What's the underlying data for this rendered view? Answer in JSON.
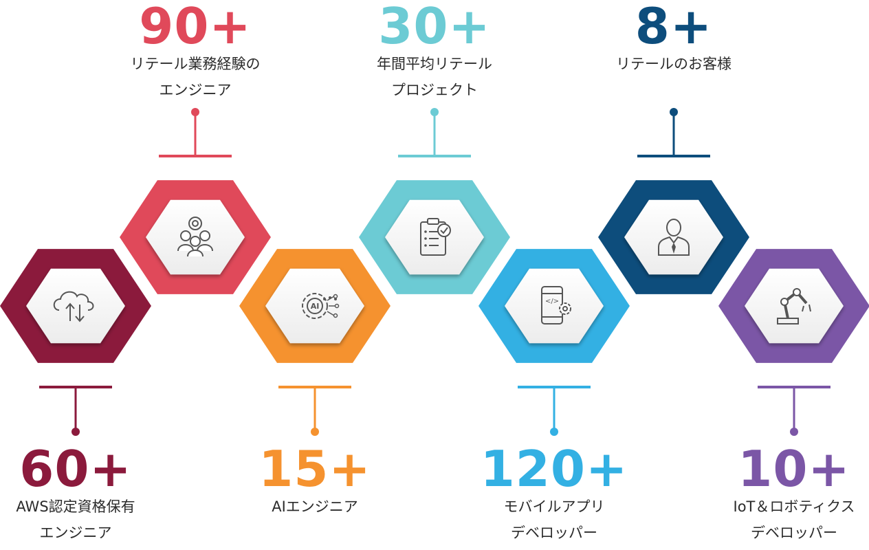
{
  "stats": [
    {
      "value": "60+",
      "line1": "AWS認定資格保有",
      "line2": "エンジニア",
      "color": "#8b1a3c",
      "icon": "cloud-sync-icon"
    },
    {
      "value": "90+",
      "line1": "リテール業務経験の",
      "line2": "エンジニア",
      "color": "#e0495a",
      "icon": "team-gear-icon"
    },
    {
      "value": "15+",
      "line1": "AIエンジニア",
      "line2": "",
      "color": "#f5922f",
      "icon": "ai-chip-icon"
    },
    {
      "value": "30+",
      "line1": "年間平均リテール",
      "line2": "プロジェクト",
      "color": "#6ccbd4",
      "icon": "clipboard-check-icon"
    },
    {
      "value": "120+",
      "line1": "モバイルアプリ",
      "line2": "デベロッパー",
      "color": "#33b0e3",
      "icon": "mobile-code-icon"
    },
    {
      "value": "8+",
      "line1": "リテールのお客様",
      "line2": "",
      "color": "#0d4d7c",
      "icon": "businessman-icon"
    },
    {
      "value": "10+",
      "line1": "IoT＆ロボティクス",
      "line2": "デベロッパー",
      "color": "#7b56a6",
      "icon": "robot-arm-icon"
    }
  ]
}
